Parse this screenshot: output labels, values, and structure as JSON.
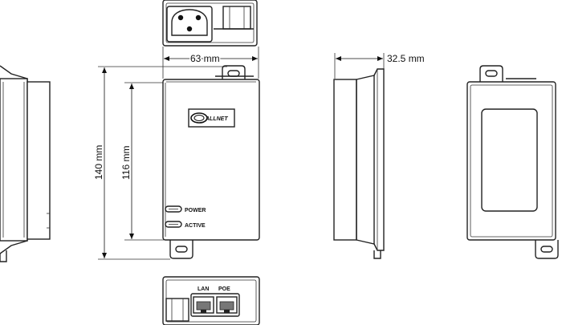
{
  "dimensions": {
    "width": "63 mm",
    "depth": "32.5 mm",
    "height_total": "140 mm",
    "height_body": "116 mm"
  },
  "front_panel": {
    "logo_text": "ALLNET",
    "led_power": "POWER",
    "led_active": "ACTIVE"
  },
  "bottom_panel": {
    "port_lan": "LAN",
    "port_poe": "POE"
  }
}
